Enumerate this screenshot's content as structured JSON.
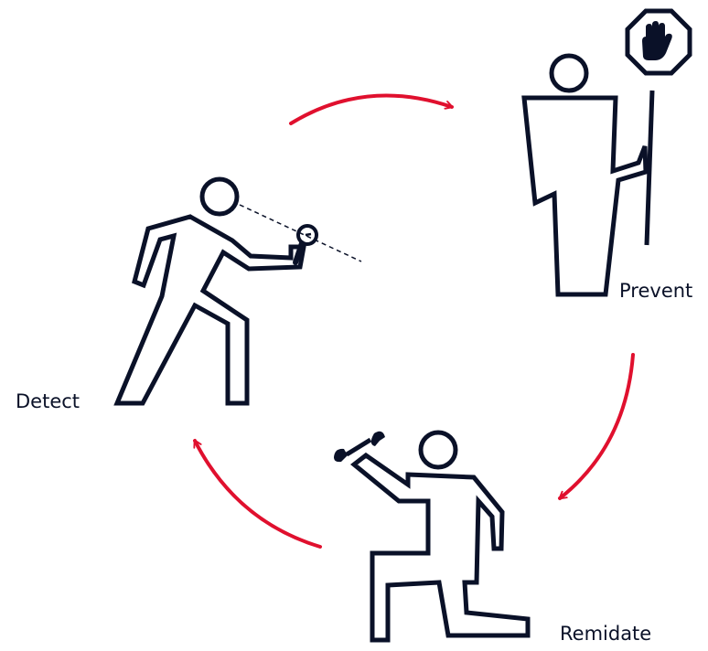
{
  "colors": {
    "ink": "#0a1128",
    "accent": "#e0102e",
    "background": "#ffffff"
  },
  "stages": [
    {
      "id": "prevent",
      "label": "Prevent",
      "icon": "stop-sign-icon"
    },
    {
      "id": "remidate",
      "label": "Remidate",
      "icon": "wrench-icon"
    },
    {
      "id": "detect",
      "label": "Detect",
      "icon": "magnifier-icon"
    }
  ],
  "cycle": {
    "direction": "clockwise",
    "order": [
      "Detect",
      "Prevent",
      "Remidate"
    ]
  }
}
